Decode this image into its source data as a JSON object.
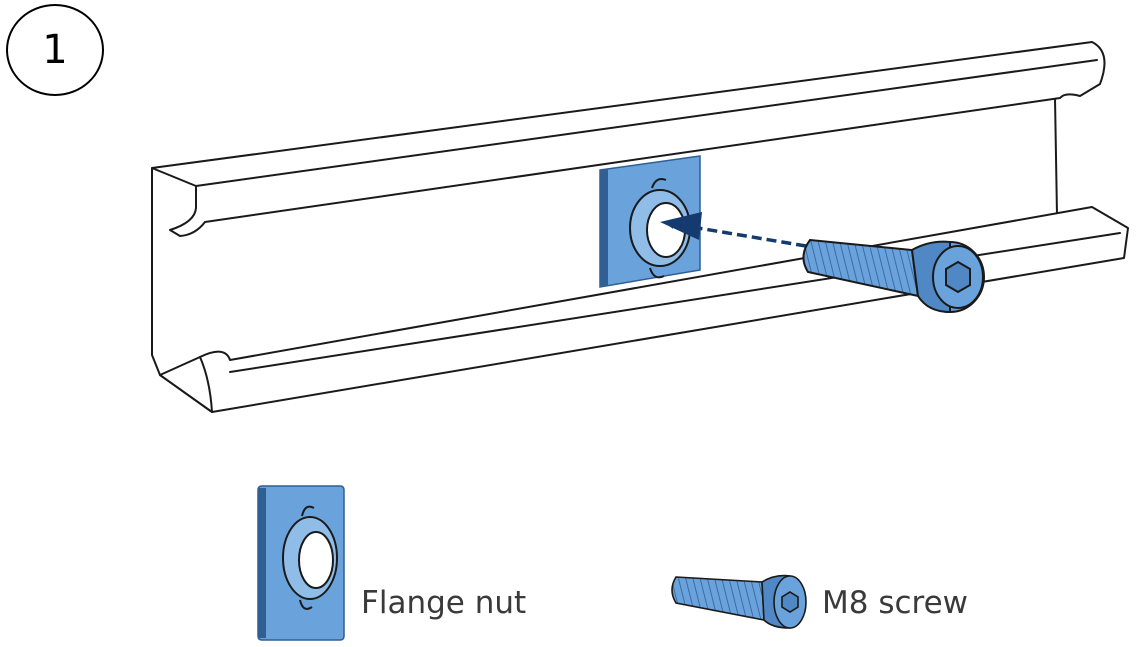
{
  "step": {
    "number": "1"
  },
  "legend": {
    "flange_nut_label": "Flange nut",
    "m8_screw_label": "M8 screw"
  },
  "colors": {
    "part_fill": "#6aa2dc",
    "part_fill_light": "#8fbde8",
    "part_dark": "#2f5f93",
    "outline": "#1a1a1a",
    "arrow": "#143a70"
  },
  "icons": {
    "rail": "c-channel-rail-icon",
    "nut": "flange-nut-icon",
    "screw": "m8-screw-icon",
    "arrow": "insert-arrow-icon"
  }
}
